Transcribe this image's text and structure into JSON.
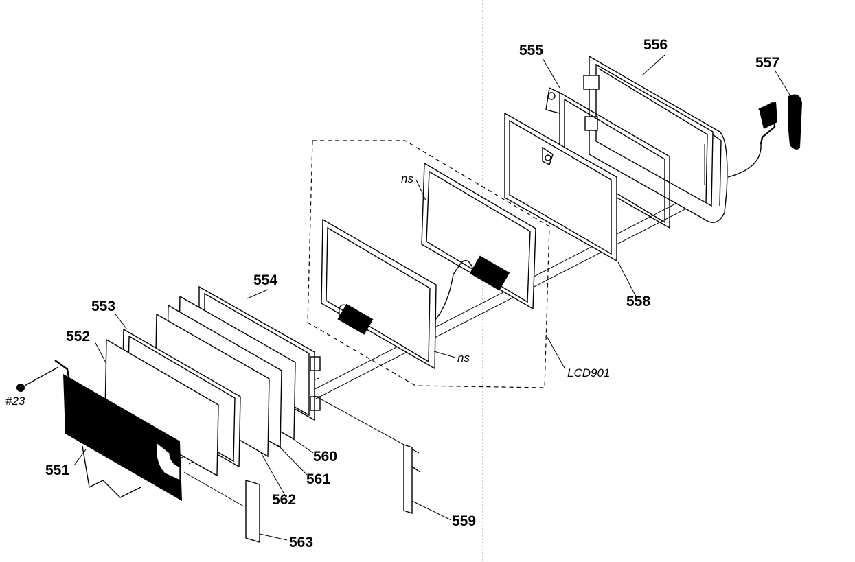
{
  "diagram": {
    "labels": {
      "p551": "551",
      "p552": "552",
      "p553": "553",
      "p554": "554",
      "p555": "555",
      "p556": "556",
      "p557": "557",
      "p558": "558",
      "p559": "559",
      "p560": "560",
      "p561": "561",
      "p562": "562",
      "p563": "563",
      "screw": "#23",
      "lcd": "LCD901",
      "ns_top": "ns",
      "ns_bottom": "ns"
    },
    "colors": {
      "ink": "#000000",
      "paper": "#ffffff",
      "guide": "#9a9a9a"
    }
  }
}
